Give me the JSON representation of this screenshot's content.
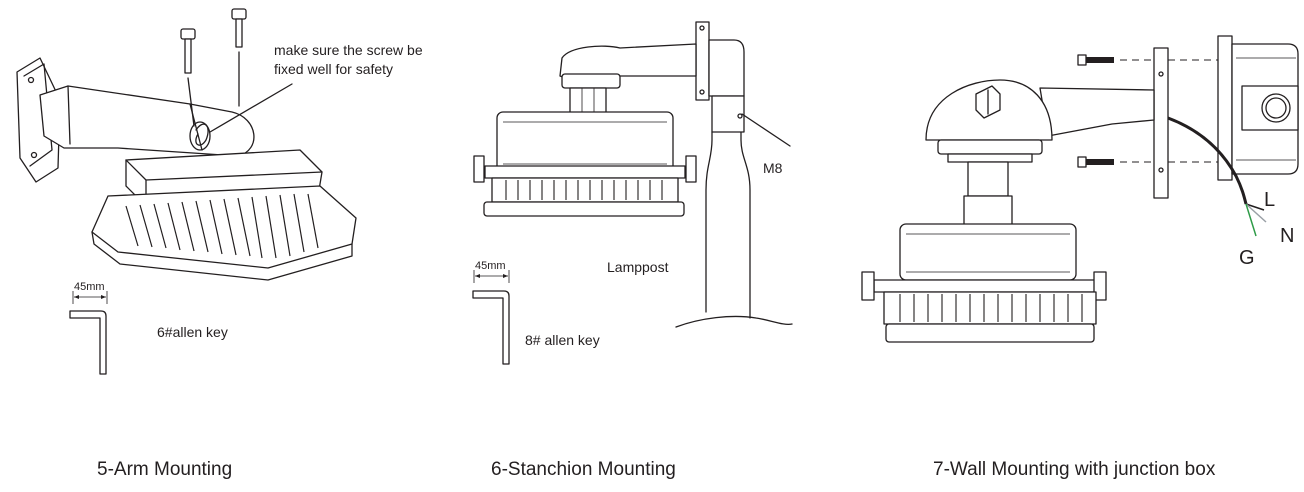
{
  "panels": [
    {
      "caption": "5-Arm Mounting",
      "note": "make sure the screw be fixed well for safety",
      "key_dimension": "45mm",
      "key_label": "6#allen key",
      "icons": [
        "wall-arm-bracket-icon",
        "screw-icon",
        "flood-light-fixture-icon",
        "allen-key-icon"
      ]
    },
    {
      "caption": "6-Stanchion Mounting",
      "bolt_label": "M8",
      "post_label": "Lamppost",
      "key_dimension": "45mm",
      "key_label": "8# allen key",
      "icons": [
        "stanchion-arm-icon",
        "lamppost-icon",
        "flood-light-fixture-icon",
        "allen-key-icon"
      ]
    },
    {
      "caption": "7-Wall Mounting with junction box",
      "wire_labels": [
        "L",
        "N",
        "G"
      ],
      "wire_colors": {
        "L": "#231f20",
        "N": "#9aa0a6",
        "G": "#2e9b47"
      },
      "icons": [
        "wall-arm-bracket-icon",
        "junction-box-icon",
        "screw-icon",
        "flood-light-fixture-icon",
        "cable-icon"
      ]
    }
  ]
}
